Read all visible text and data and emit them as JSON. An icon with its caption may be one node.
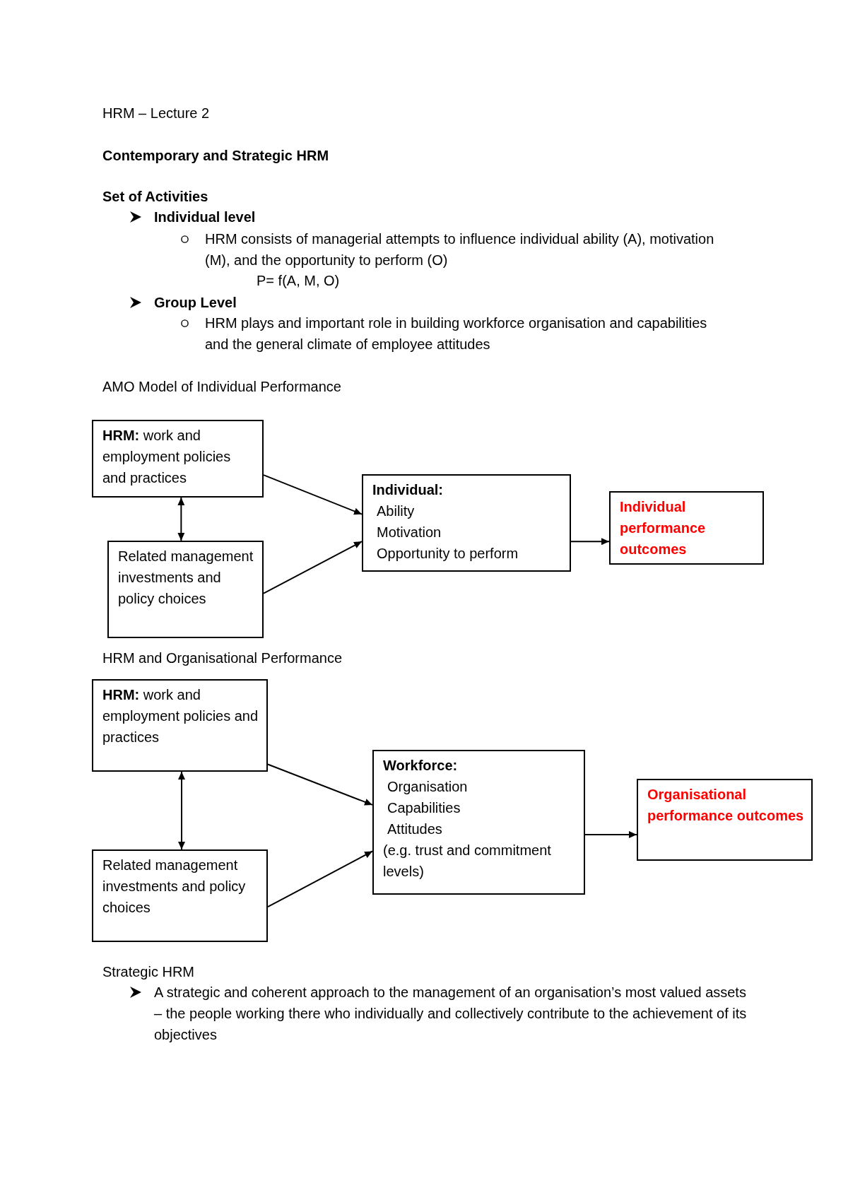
{
  "diagram": {
    "title": "HRM – Lecture 2",
    "nodes": [
      {
        "text": [
          "**HRM:** work and employment policies and practices"
        ]
      },
      {
        "text": [
          "Related management investments and policy choices"
        ]
      },
      {
        "text": [
          "Individual:",
          "Ability",
          "Motivation",
          "Opportunity to perform"
        ]
      },
      {
        "text": [
          "Individual performance outcomes"
        ]
      },
      {
        "text": [
          "**HRM:** work and employment policies and practices"
        ]
      },
      {
        "text": [
          "Related management investments and policy choices"
        ]
      },
      {
        "text": [
          "Workforce:",
          "Organisation",
          "Capabilities",
          "Attitudes",
          "(e.g. trust and commitment levels)"
        ]
      },
      {
        "text": [
          "Organisational performance outcomes"
        ]
      }
    ],
    "edges": [
      {
        "from": 0,
        "to": 2,
        "arrow": "to"
      },
      {
        "from": 0,
        "to": 1,
        "arrow": "both"
      },
      {
        "from": 1,
        "to": 2,
        "arrow": "to"
      },
      {
        "from": 2,
        "to": 3,
        "arrow": "to"
      },
      {
        "from": 4,
        "to": 6,
        "arrow": "to"
      },
      {
        "from": 4,
        "to": 5,
        "arrow": "both"
      },
      {
        "from": 5,
        "to": 6,
        "arrow": "to"
      },
      {
        "from": 6,
        "to": 7,
        "arrow": "to"
      }
    ],
    "labels": [
      "Contemporary and Strategic HRM",
      "Set of Activities",
      "Individual level",
      "HRM consists of managerial attempts to influence individual ability (A), motivation (M), and the opportunity to perform (O)",
      "P= f(A, M, O)",
      "Group Level",
      "HRM plays and important role in building workforce organisation and capabilities and the general climate of employee attitudes",
      "AMO Model of Individual Performance",
      "HRM and Organisational Performance",
      "Strategic HRM",
      "A strategic and coherent approach to the management of an organisation’s most valued assets – the people working there who individually and collectively contribute to the achievement of its objectives"
    ]
  }
}
